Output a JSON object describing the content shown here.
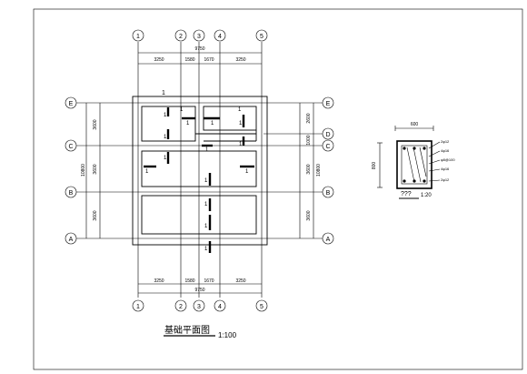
{
  "plan": {
    "axes_x": [
      "1",
      "2",
      "3",
      "4",
      "5"
    ],
    "axes_y": [
      "E",
      "D",
      "C",
      "B",
      "A"
    ],
    "dim_top_total": "9750",
    "dim_top": [
      "3250",
      "1580",
      "1670",
      "3250"
    ],
    "dim_bottom_total": "9750",
    "dim_bottom": [
      "3250",
      "1580",
      "1670",
      "3250"
    ],
    "dim_left": [
      "3600",
      "3600",
      "3600"
    ],
    "dim_left_total": "10800",
    "dim_right": [
      "2600",
      "1000",
      "3600",
      "3600"
    ],
    "dim_right_total": "10800",
    "title": "基础平面图",
    "scale": "1:100",
    "marks": [
      "1",
      "1",
      "1",
      "1",
      "1",
      "1",
      "1",
      "1",
      "1",
      "1",
      "1",
      "1",
      "1",
      "1",
      "1",
      "1",
      "1"
    ]
  },
  "detail": {
    "width_dim": "600",
    "height_dim": "800",
    "rebar_labels": [
      "2φ12",
      "4φ16",
      "φ8@100",
      "4φ16",
      "2φ12"
    ],
    "title": "???",
    "scale": "1:20"
  }
}
